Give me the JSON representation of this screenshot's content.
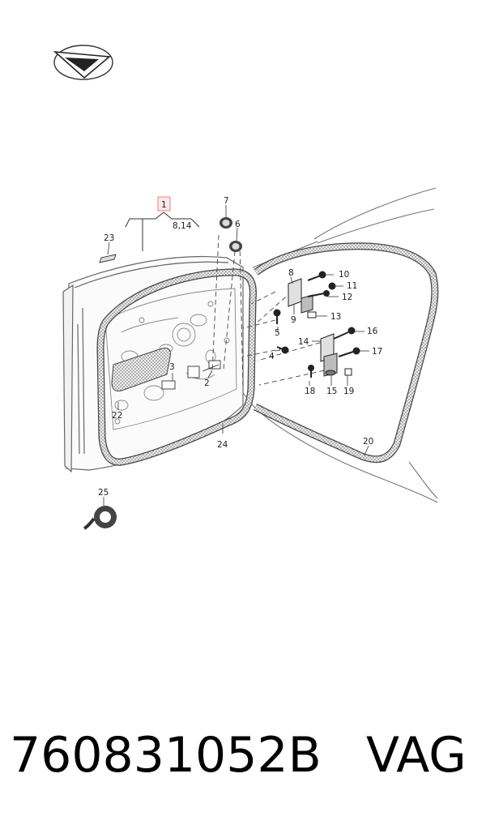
{
  "footer": {
    "part_number": "760831052B",
    "brand": "VAG"
  },
  "icons": {
    "logo": "direction-arrow-logo"
  },
  "colors": {
    "line": "#5a5a5a",
    "highlight_box": "#f08080",
    "seal_fill": "#ebebeb"
  },
  "callouts": {
    "c1": "1",
    "c8_14": "8,14",
    "c7": "7",
    "c6": "6",
    "c23": "23",
    "c8": "8",
    "c10": "10",
    "c11": "11",
    "c12": "12",
    "c13": "13",
    "c5": "5",
    "c9": "9",
    "c16": "16",
    "c14": "14",
    "c17": "17",
    "c4": "4",
    "c3": "3",
    "c2": "2",
    "c18": "18",
    "c15": "15",
    "c19": "19",
    "c22": "22",
    "c24": "24",
    "c20": "20",
    "c25": "25"
  }
}
